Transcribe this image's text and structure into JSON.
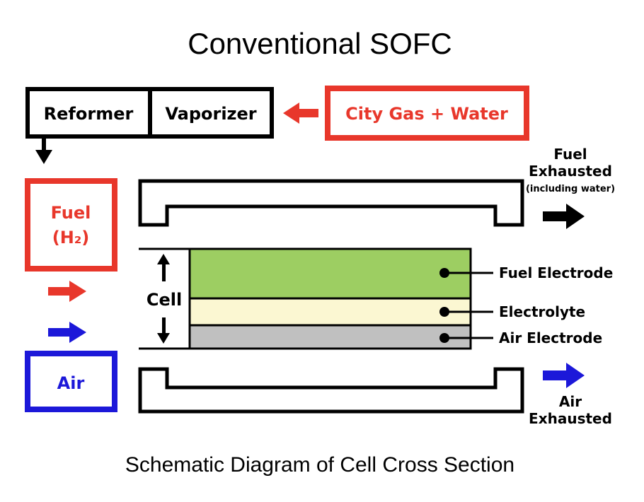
{
  "title": "Conventional SOFC",
  "caption": "Schematic Diagram of Cell Cross Section",
  "boxes": {
    "reformer": "Reformer",
    "vaporizer": "Vaporizer",
    "input": "City Gas + Water",
    "fuel_line1": "Fuel",
    "fuel_line2": "(H₂)",
    "air": "Air"
  },
  "cell_label": "Cell",
  "layers": {
    "fuel_electrode": "Fuel Electrode",
    "electrolyte": "Electrolyte",
    "air_electrode": "Air Electrode"
  },
  "outputs": {
    "fuel_exhausted_line1": "Fuel",
    "fuel_exhausted_line2": "Exhausted",
    "fuel_exhausted_note": "(including water)",
    "air_exhausted_line1": "Air",
    "air_exhausted_line2": "Exhausted"
  },
  "colors": {
    "red": "#e8372b",
    "blue": "#1c18d9",
    "fuel_electrode": "#9dce62",
    "electrolyte": "#fbf7d2",
    "air_electrode": "#c0c0c0",
    "black": "#000000"
  }
}
